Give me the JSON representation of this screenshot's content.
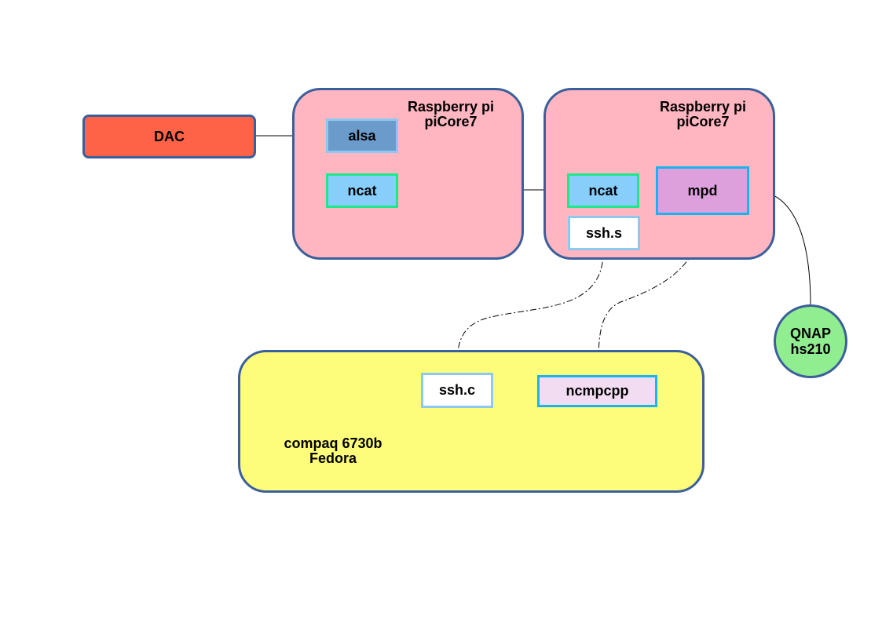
{
  "colors": {
    "group_border": "#3b5f9a",
    "pi_fill": "#ffb6c1",
    "laptop_fill": "#fdfd7b",
    "dac_fill": "#ff6347",
    "alsa_fill": "#6b9bcb",
    "ncat_fill": "#87cefa",
    "ncat_border": "#1ee88a",
    "mpd_fill": "#dda0dd",
    "mpd_border": "#19b4f0",
    "ssh_border": "#8cc8f0",
    "ncmpcpp_fill": "#f2dcf2",
    "qnap_fill": "#90ee90"
  },
  "diagram": {
    "dac": {
      "label": "DAC"
    },
    "pi_left": {
      "title_line1": "Raspberry pi",
      "title_line2": "piCore7",
      "alsa": "alsa",
      "ncat": "ncat"
    },
    "pi_right": {
      "title_line1": "Raspberry pi",
      "title_line2": "piCore7",
      "ncat": "ncat",
      "mpd": "mpd",
      "ssh_server": "ssh.s"
    },
    "laptop": {
      "title_line1": "compaq 6730b",
      "title_line2": "Fedora",
      "ssh_client": "ssh.c",
      "ncmpcpp": "ncmpcpp"
    },
    "nas": {
      "line1": "QNAP",
      "line2": "hs210"
    }
  }
}
